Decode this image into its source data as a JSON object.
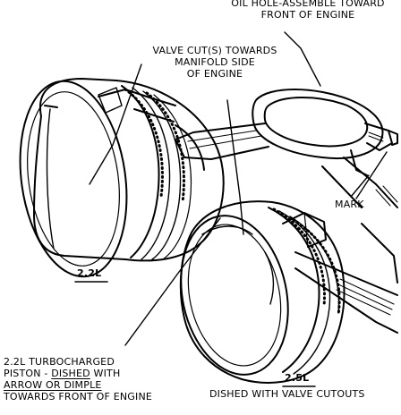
{
  "labels": {
    "oil_hole_line1": "OIL HOLE-ASSEMBLE TOWARD",
    "oil_hole_line2": "FRONT OF ENGINE",
    "valve_cut_line1": "VALVE CUT(S) TOWARDS",
    "valve_cut_line2": "MANIFOLD SIDE",
    "valve_cut_line3": "OF ENGINE",
    "mark": "MARK",
    "piston_22": "2.2L",
    "piston_25": "2.5L",
    "dished_valve_cutouts": "DISHED WITH VALVE CUTOUTS",
    "turbo_line1": "2.2L TURBOCHARGED",
    "turbo_line2_a": "PISTON - ",
    "turbo_line2_b": "DISHED",
    "turbo_line2_c": " WITH",
    "turbo_line3": "ARROW OR DIMPLE",
    "turbo_line4": "TOWARDS FRONT OF ENGINE"
  },
  "colors": {
    "ink": "#000000",
    "paper": "#ffffff"
  }
}
